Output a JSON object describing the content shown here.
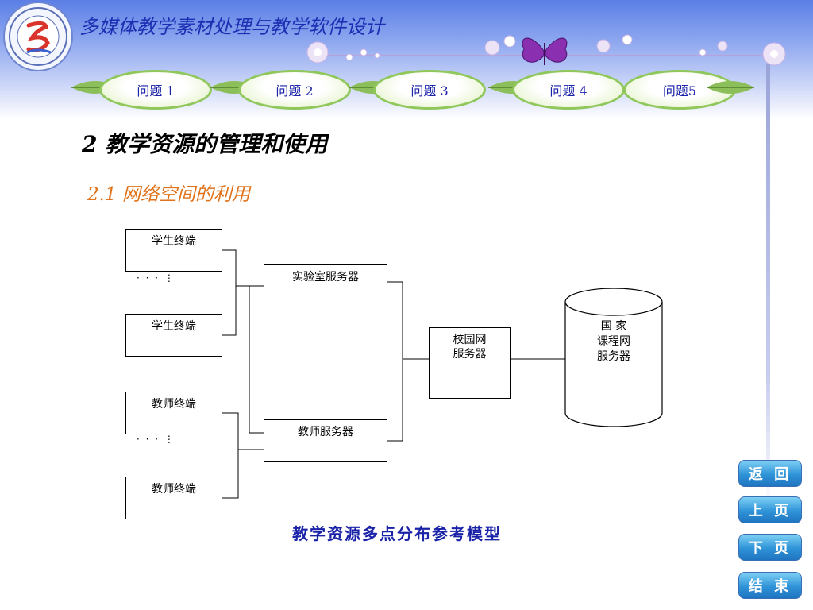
{
  "header": {
    "title": "多媒体教学素材处理与教学软件设计"
  },
  "nav": {
    "items": [
      {
        "label": "问题 1"
      },
      {
        "label": "问题 2"
      },
      {
        "label": "问题 3"
      },
      {
        "label": "问题 4"
      },
      {
        "label": "问题5"
      }
    ]
  },
  "content": {
    "heading": "2  教学资源的管理和使用",
    "subheading": "2.1 网络空间的利用",
    "caption": "教学资源多点分布参考模型"
  },
  "diagram": {
    "student_terminal_1": "学生终端",
    "student_terminal_2": "学生终端",
    "teacher_terminal_1": "教师终端",
    "teacher_terminal_2": "教师终端",
    "lab_server": "实验室服务器",
    "teacher_server": "教师服务器",
    "campus_server_line1": "校园网",
    "campus_server_line2": "服务器",
    "national_server_line1": "国  家",
    "national_server_line2": "课程网",
    "national_server_line3": "服务器",
    "ellipsis_1": "· · ·   ⋮",
    "ellipsis_2": "· · ·   ⋮"
  },
  "sidebar": {
    "back": "返 回",
    "prev": "上 页",
    "next": "下 页",
    "end": "结 束"
  },
  "colors": {
    "title": "#1c2fb3",
    "subheading": "#e0721a",
    "nav_border": "#8fc75a",
    "button_blue": "#2f93d8"
  }
}
